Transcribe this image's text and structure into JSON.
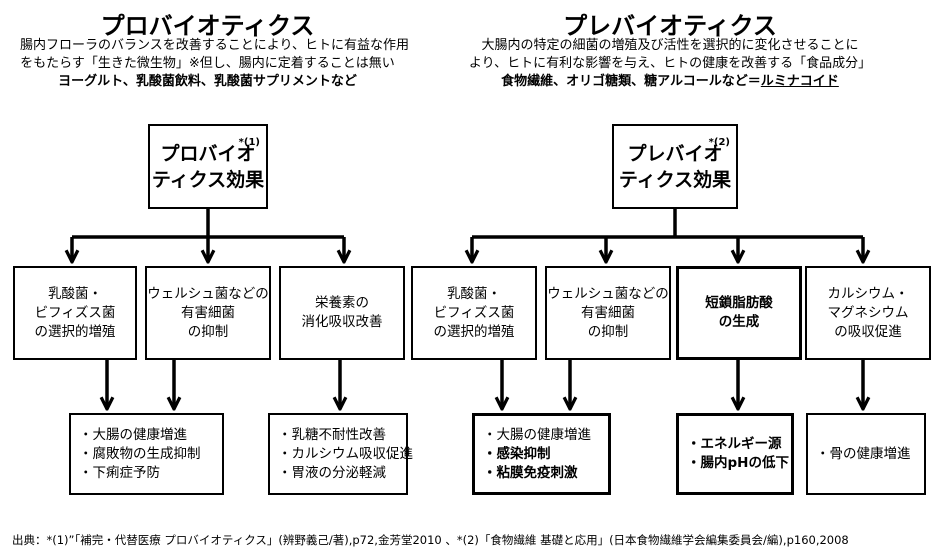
{
  "probiotics": {
    "title": "プロバイオティクス",
    "desc_line1": "腸内フローラのバランスを改善することにより、ヒトに有益な作用",
    "desc_line2": "をもたらす「生きた微生物」※但し、腸内に定着することは無い",
    "examples": "ヨーグルト、乳酸菌飲料、乳酸菌サプリメントなど",
    "effect_line1": "プロバイオ",
    "effect_line2": "ティクス効果",
    "effect_note": "*(1)",
    "boxes": [
      {
        "lines": [
          "乳酸菌・",
          "ビフィズス菌",
          "の選択的増殖"
        ]
      },
      {
        "lines": [
          "ウェルシュ菌などの",
          "有害細菌",
          "の抑制"
        ]
      },
      {
        "lines": [
          "栄養素の",
          "消化吸収改善"
        ]
      }
    ],
    "outcomes": [
      {
        "lines": [
          "・大腸の健康増進",
          "・腐敗物の生成抑制",
          "・下痢症予防"
        ]
      },
      {
        "lines": [
          "・乳糖不耐性改善",
          "・カルシウム吸収促進",
          "・胃液の分泌軽減"
        ]
      }
    ]
  },
  "prebiotics": {
    "title": "プレバイオティクス",
    "desc_line1": "大腸内の特定の細菌の増殖及び活性を選択的に変化させることに",
    "desc_line2": "より、ヒトに有利な影響を与え、ヒトの健康を改善する「食品成分」",
    "examples_prefix": "食物繊維、オリゴ糖類、糖アルコールなど＝",
    "examples_underlined": "ルミナコイド",
    "effect_line1": "プレバイオ",
    "effect_line2": "ティクス効果",
    "effect_note": "*(2)",
    "boxes": [
      {
        "lines": [
          "乳酸菌・",
          "ビフィズス菌",
          "の選択的増殖"
        ]
      },
      {
        "lines": [
          "ウェルシュ菌などの",
          "有害細菌",
          "の抑制"
        ]
      },
      {
        "lines": [
          "短鎖脂肪酸",
          "の生成"
        ]
      },
      {
        "lines": [
          "カルシウム・",
          "マグネシウム",
          "の吸収促進"
        ]
      }
    ],
    "outcomes": [
      {
        "lines": [
          "・大腸の健康増進",
          "・感染抑制",
          "・粘膜免疫刺激"
        ]
      },
      {
        "lines": [
          "・エネルギー源",
          "・腸内pHの低下"
        ]
      },
      {
        "lines": [
          "・骨の健康増進"
        ]
      }
    ]
  },
  "source": "出典：*(1)”「補完・代替医療 プロバイオティクス」(辨野義己/著),p72,金芳堂2010 、*(2)「食物繊維 基礎と応用」(日本食物繊維学会編集委員会/編),p160,2008"
}
